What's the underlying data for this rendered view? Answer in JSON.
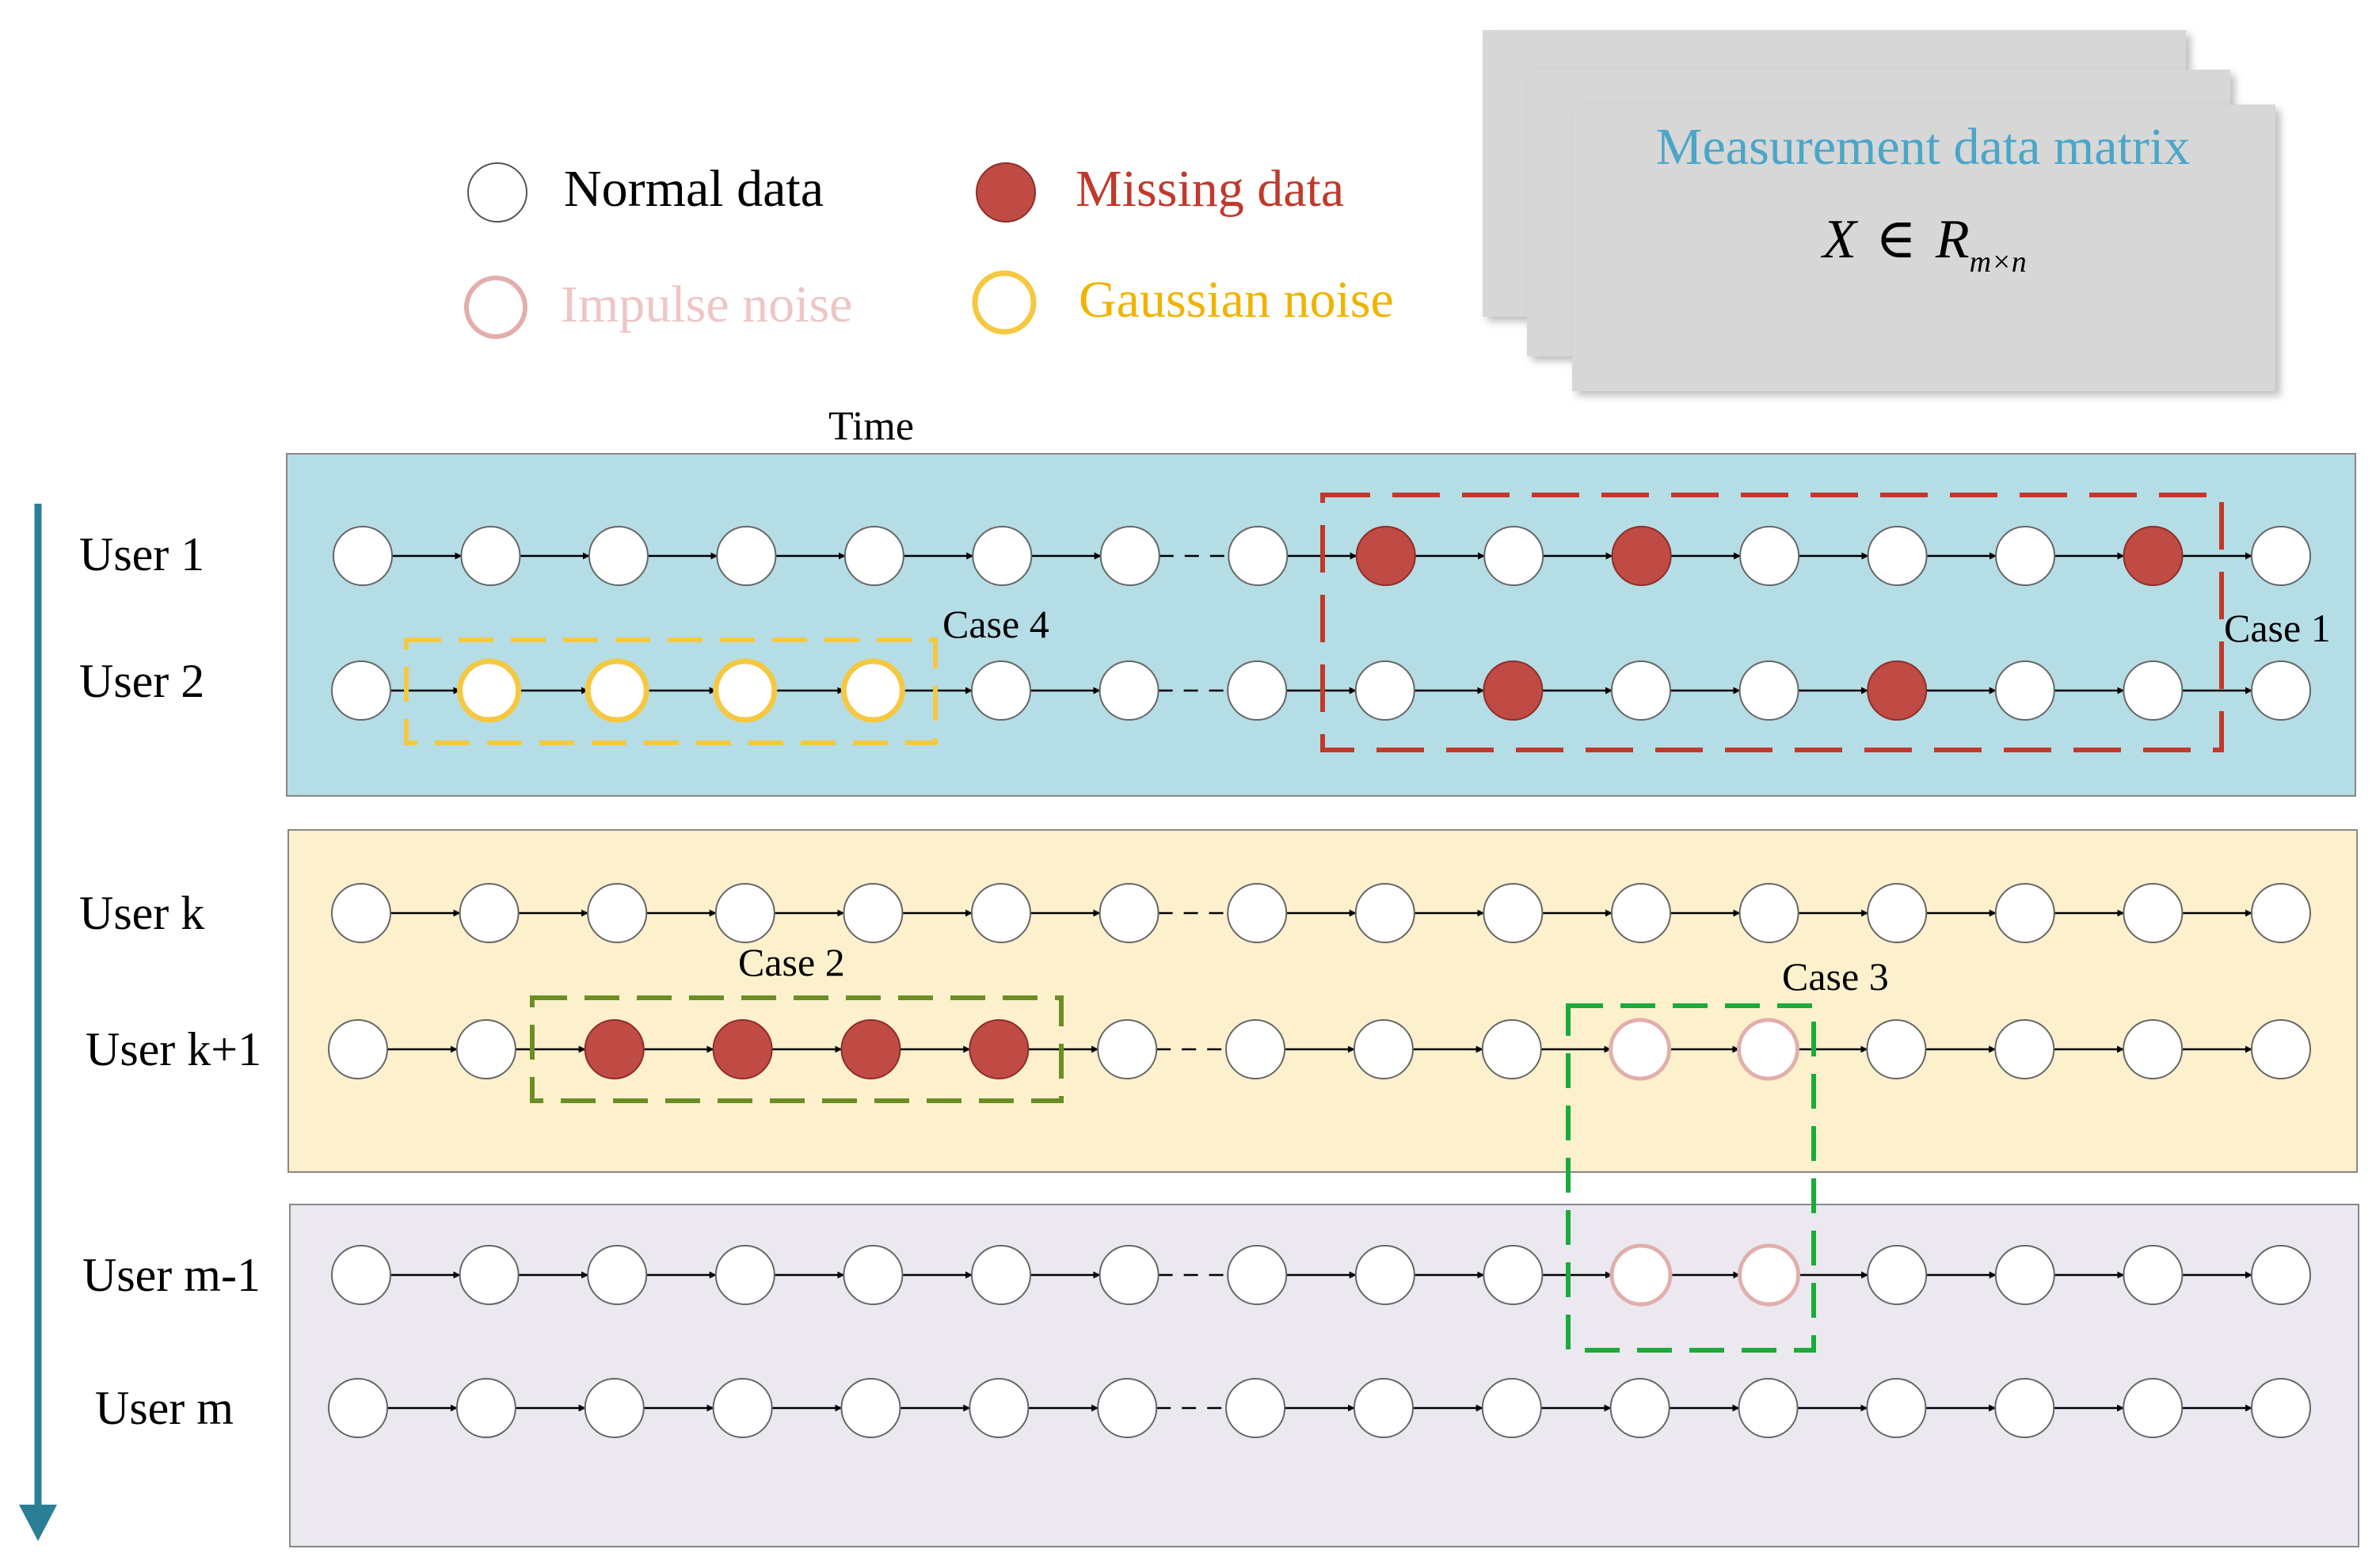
{
  "legend": {
    "normal": "Normal data",
    "missing": "Missing data",
    "impulse": "Impulse noise",
    "gaussian": "Gaussian noise"
  },
  "matrix_card": {
    "title": "Measurement data matrix",
    "formula_var": "X",
    "formula_in": "∈",
    "formula_space": "R",
    "formula_sub": "m×n"
  },
  "time_label": "Time",
  "cases": {
    "case1": "Case 1",
    "case2": "Case 2",
    "case3": "Case 3",
    "case4": "Case 4"
  },
  "users": [
    "User 1",
    "User 2",
    "User k",
    "User k+1",
    "User m-1",
    "User m"
  ],
  "node_states": [
    [
      "normal",
      "normal",
      "normal",
      "normal",
      "normal",
      "normal",
      "normal",
      "normal",
      "missing",
      "normal",
      "missing",
      "normal",
      "normal",
      "normal",
      "missing",
      "normal"
    ],
    [
      "normal",
      "gaussian",
      "gaussian",
      "gaussian",
      "gaussian",
      "normal",
      "normal",
      "normal",
      "normal",
      "missing",
      "normal",
      "normal",
      "missing",
      "normal",
      "normal",
      "normal"
    ],
    [
      "normal",
      "normal",
      "normal",
      "normal",
      "normal",
      "normal",
      "normal",
      "normal",
      "normal",
      "normal",
      "normal",
      "normal",
      "normal",
      "normal",
      "normal",
      "normal"
    ],
    [
      "normal",
      "normal",
      "missing",
      "missing",
      "missing",
      "missing",
      "normal",
      "normal",
      "normal",
      "normal",
      "impulse",
      "impulse",
      "normal",
      "normal",
      "normal",
      "normal"
    ],
    [
      "normal",
      "normal",
      "normal",
      "normal",
      "normal",
      "normal",
      "normal",
      "normal",
      "normal",
      "normal",
      "impulse",
      "impulse",
      "normal",
      "normal",
      "normal",
      "normal"
    ],
    [
      "normal",
      "normal",
      "normal",
      "normal",
      "normal",
      "normal",
      "normal",
      "normal",
      "normal",
      "normal",
      "normal",
      "normal",
      "normal",
      "normal",
      "normal",
      "normal"
    ]
  ],
  "colors": {
    "panel_blue": "#b5dde6",
    "panel_yellow": "#fdf0cd",
    "panel_lavender": "#ebe8f0",
    "missing": "#bf4b44",
    "missing_stroke": "#8e2e28",
    "impulse": "#e2aeab",
    "gaussian": "#f5c842",
    "case1_box": "#c0392b",
    "case2_box": "#6b8e23",
    "case3_box": "#1aab3a",
    "case4_box": "#f5c842",
    "legend_missing_text": "#c0392b",
    "legend_impulse_text": "#edc7c5",
    "legend_gaussian_text": "#f0b400",
    "card_title": "#4aa6c8",
    "axis_arrow": "#2a7f95"
  }
}
